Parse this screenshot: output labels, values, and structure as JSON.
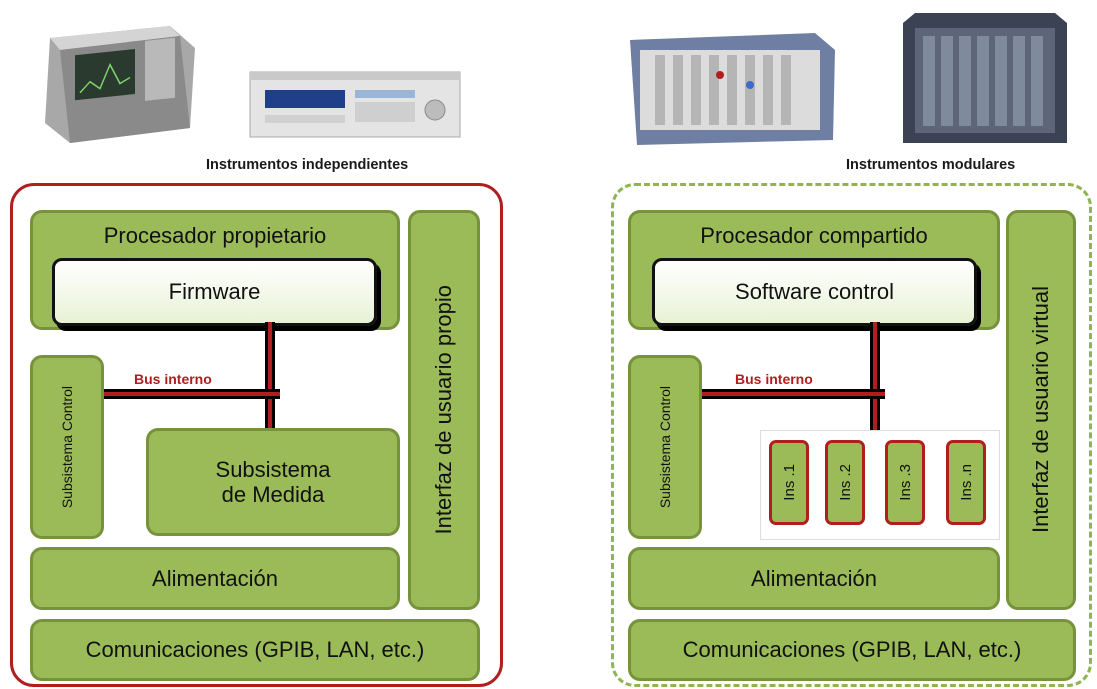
{
  "left": {
    "caption": "Instrumentos independientes",
    "processor": "Procesador propietario",
    "firmware": "Firmware",
    "bus_label": "Bus interno",
    "control": "Subsistema Control",
    "measure": "Subsistema de Medida",
    "interface": "Interfaz de usuario propio",
    "power": "Alimentación",
    "comms": "Comunicaciones (GPIB, LAN, etc.)"
  },
  "right": {
    "caption": "Instrumentos modulares",
    "processor": "Procesador  compartido",
    "software": "Software control",
    "bus_label": "Bus interno",
    "control": "Subsistema Control",
    "instruments": [
      "Ins .1",
      "Ins .2",
      "Ins .3",
      "Ins .n"
    ],
    "interface": "Interfaz de usuario virtual",
    "power": "Alimentación",
    "comms": "Comunicaciones (GPIB, LAN, etc.)"
  },
  "colors": {
    "box_fill": "#9bbb59",
    "box_border": "#76933c",
    "accent_red": "#b01e1e",
    "dash_green": "#8fb450"
  },
  "photos": {
    "left": [
      "spectrum-analyzer-photo",
      "signal-generator-photo"
    ],
    "right": [
      "pxi-chassis-photo",
      "modular-rack-photo"
    ]
  }
}
